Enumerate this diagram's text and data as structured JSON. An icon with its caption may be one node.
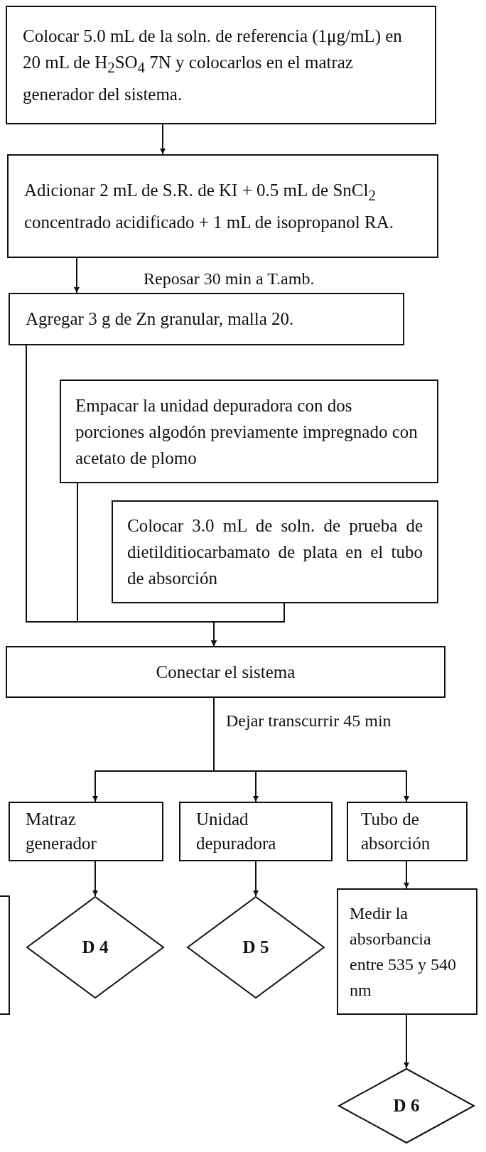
{
  "diagram": {
    "nodes": [
      {
        "text": [
          "Colocar 5.0 mL de la soln. de referencia (1μg/mL) en 20 mL de H$_{2}$SO$_{4}$ 7N y colocarlos en el matraz generador del sistema."
        ]
      },
      {
        "text": [
          "Adicionar 2 mL de S.R. de KI + 0.5 mL de SnCl$_{2}$ concentrado acidificado + 1 mL de isopropanol RA."
        ]
      },
      {
        "text": [
          "Agregar 3 g de Zn granular, malla 20."
        ]
      },
      {
        "text": [
          "Empacar la unidad depuradora con dos porciones algodón previamente impregnado con acetato de plomo"
        ]
      },
      {
        "text": [
          "Colocar 3.0 mL de soln. de prueba de dietilditiocarbamato de plata en el tubo de absorción"
        ]
      },
      {
        "text": [
          "Conectar el sistema"
        ]
      },
      {
        "text": [
          "Matraz generador"
        ]
      },
      {
        "text": [
          "Unidad depuradora"
        ]
      },
      {
        "text": [
          "Tubo de absorción"
        ]
      },
      {
        "text": [],
        "shape": "box"
      },
      {
        "text": [
          "D 4"
        ]
      },
      {
        "text": [
          "D 5"
        ]
      },
      {
        "text": [
          "Medir la absorbancia entre 535 y 540 nm"
        ]
      },
      {
        "text": [
          "D 6"
        ]
      }
    ],
    "edges": [
      {
        "from": 0,
        "to": 1,
        "arrow": "to"
      },
      {
        "from": 1,
        "to": 2,
        "arrow": "to",
        "label": "Reposar 30 min a T.amb."
      },
      {
        "from": 2,
        "to": 5,
        "arrow": "to"
      },
      {
        "from": 3,
        "to": 5,
        "arrow": "to"
      },
      {
        "from": 4,
        "to": 5,
        "arrow": "to"
      },
      {
        "from": 5,
        "to": 6,
        "arrow": "to"
      },
      {
        "from": 5,
        "to": 7,
        "arrow": "to",
        "label": "Dejar transcurrir 45 min"
      },
      {
        "from": 5,
        "to": 8,
        "arrow": "to"
      },
      {
        "from": 6,
        "to": 10,
        "arrow": "to"
      },
      {
        "from": 7,
        "to": 11,
        "arrow": "to"
      },
      {
        "from": 8,
        "to": 12,
        "arrow": "to"
      },
      {
        "from": 12,
        "to": 13,
        "arrow": "to"
      }
    ]
  }
}
